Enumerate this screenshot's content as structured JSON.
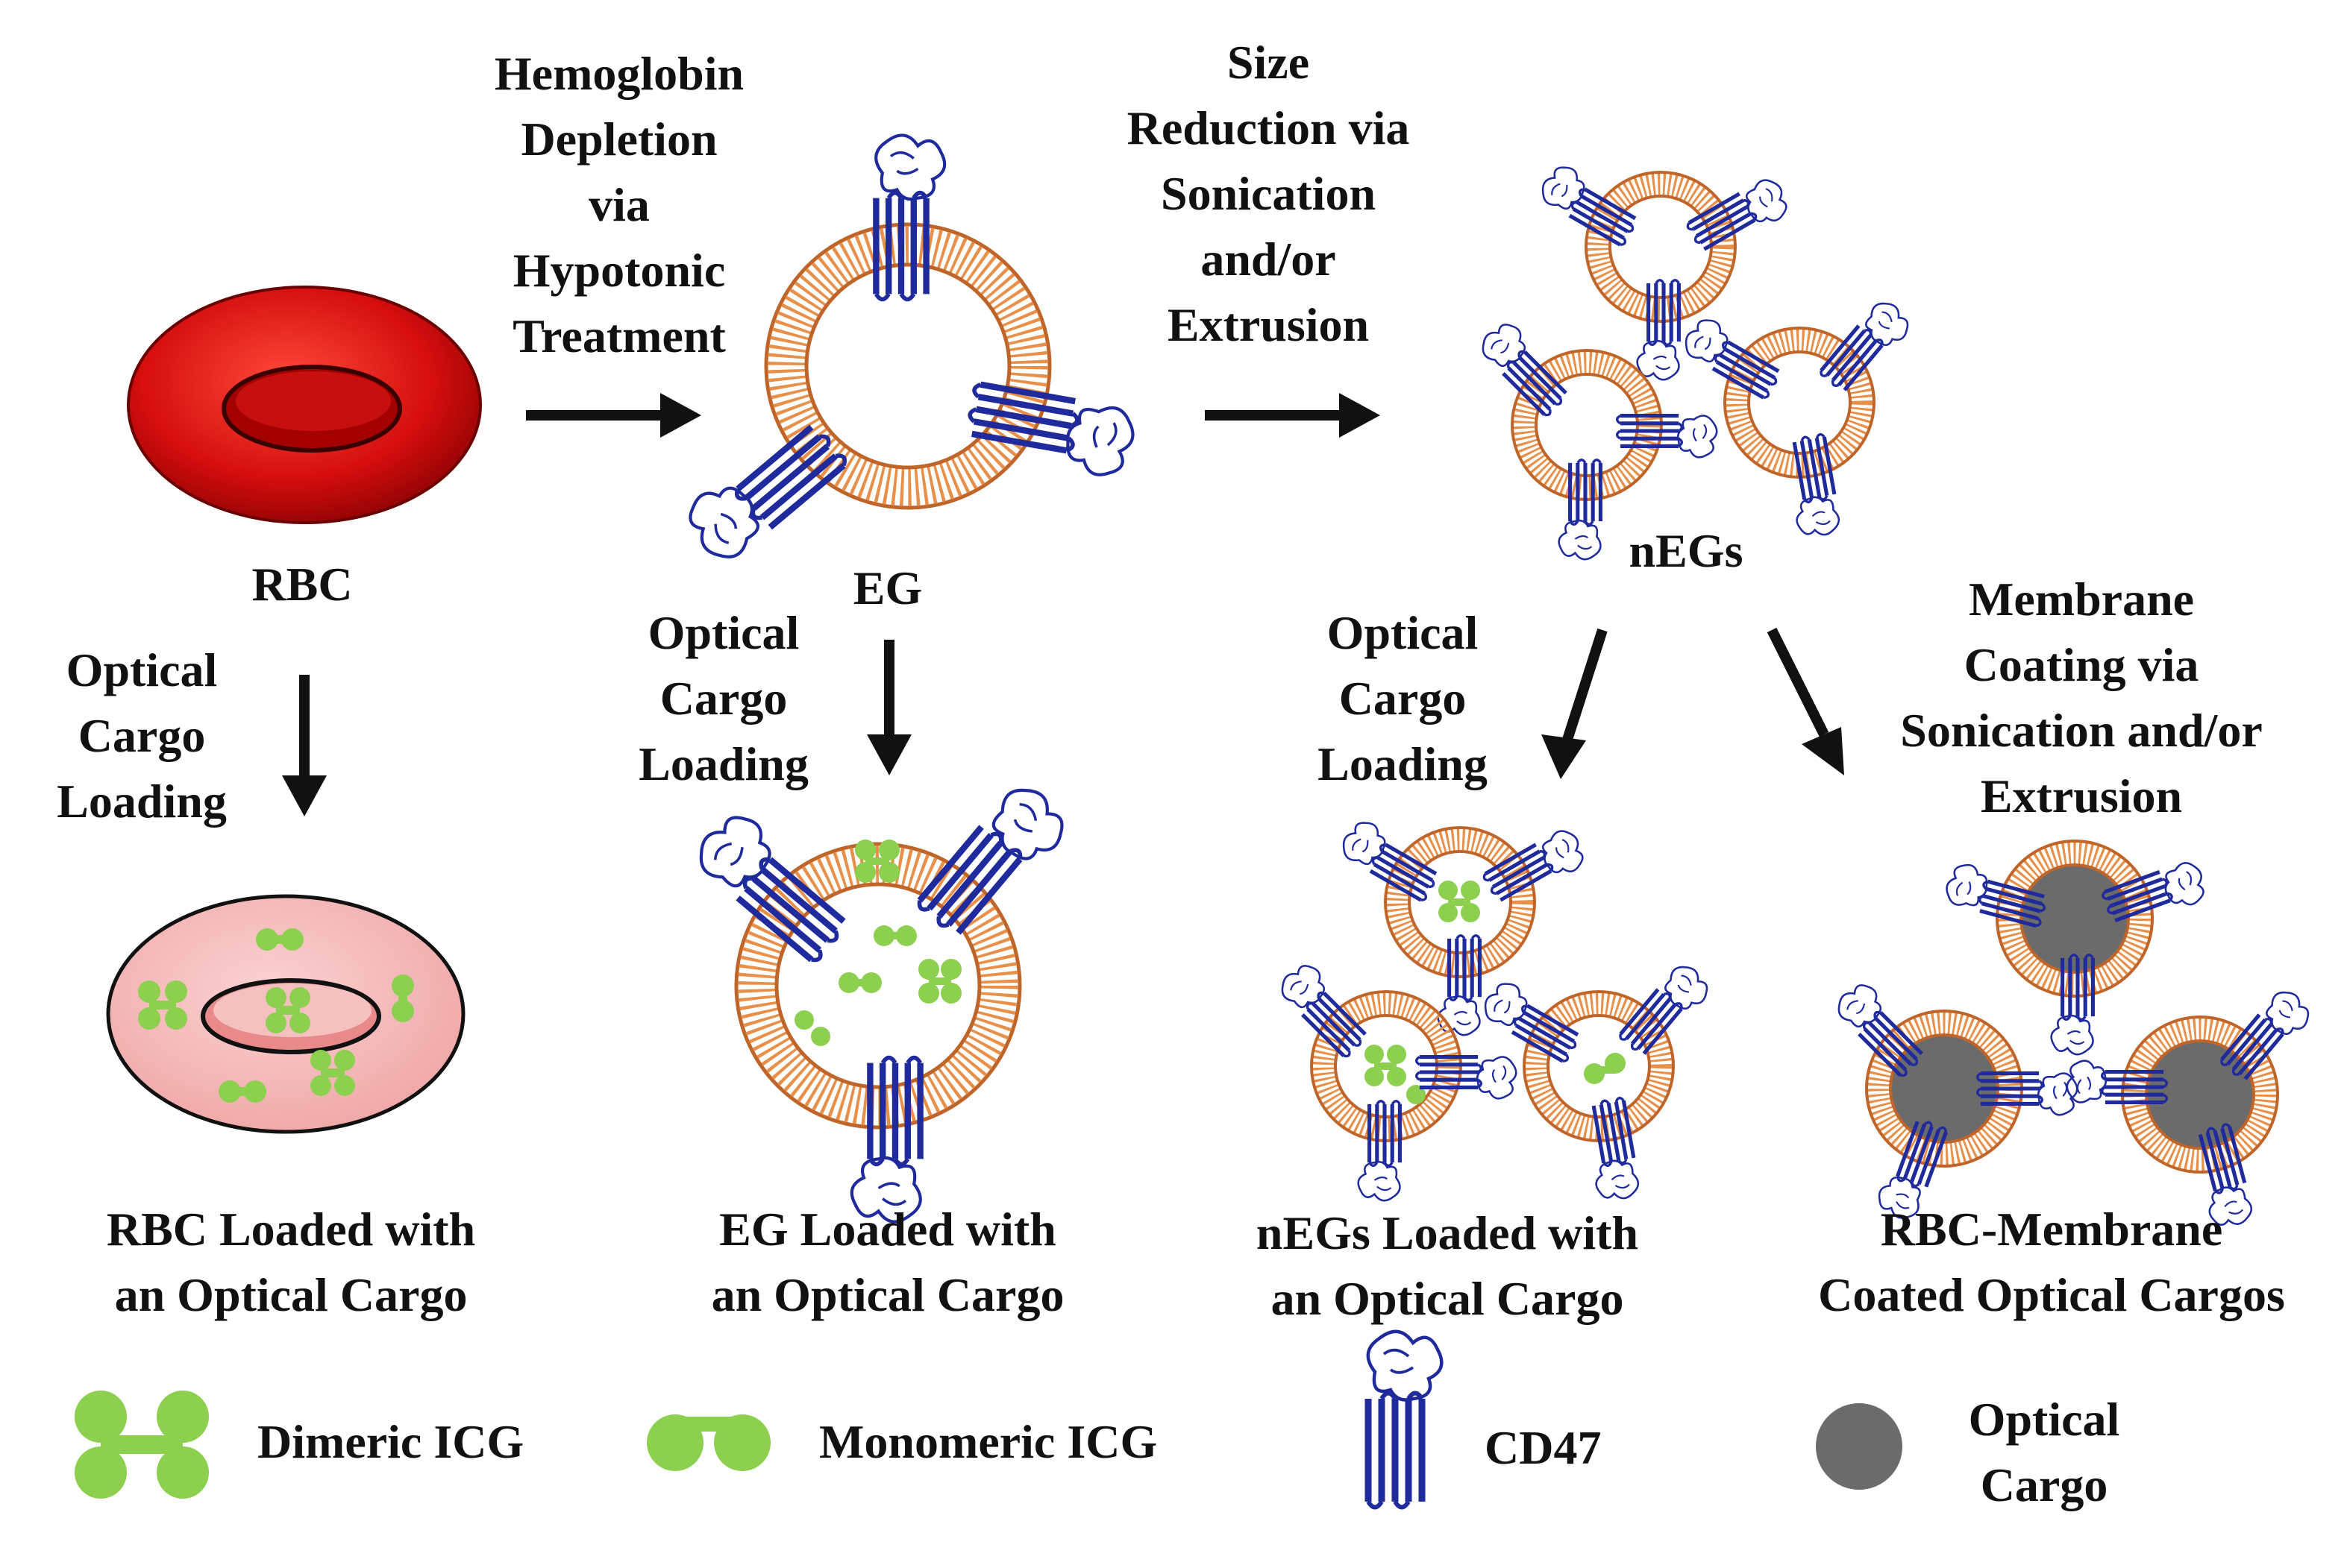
{
  "labels": {
    "hemoglobin_depletion": [
      "Hemoglobin",
      "Depletion",
      "via",
      "Hypotonic",
      "Treatment"
    ],
    "size_reduction": [
      "Size",
      "Reduction via",
      "Sonication",
      "and/or",
      "Extrusion"
    ],
    "rbc": "RBC",
    "eg": "EG",
    "negs": "nEGs",
    "optical_loading_1": [
      "Optical",
      "Cargo",
      "Loading"
    ],
    "optical_loading_2": [
      "Optical",
      "Cargo",
      "Loading"
    ],
    "optical_loading_3": [
      "Optical",
      "Cargo",
      "Loading"
    ],
    "membrane_coating": [
      "Membrane",
      "Coating via",
      "Sonication and/or",
      "Extrusion"
    ],
    "rbc_loaded": [
      "RBC Loaded with",
      "an Optical Cargo"
    ],
    "eg_loaded": [
      "EG Loaded with",
      "an Optical Cargo"
    ],
    "negs_loaded": [
      "nEGs Loaded with",
      "an Optical Cargo"
    ],
    "coated": [
      "RBC-Membrane",
      "Coated Optical Cargos"
    ]
  },
  "legend": {
    "dimeric": "Dimeric ICG",
    "monomeric": "Monomeric ICG",
    "cd47": "CD47",
    "optical_cargo": [
      "Optical",
      "Cargo"
    ]
  },
  "colors": {
    "rbc_red": "#c00000",
    "membrane_orange": "#e8904a",
    "membrane_edge": "#c0652a",
    "protein_blue": "#1f2a9c",
    "icg_green": "#8dd04f",
    "cargo_gray": "#6b6b6b",
    "loaded_rbc_pink": "#f4b3b3",
    "arrow": "#111111"
  }
}
